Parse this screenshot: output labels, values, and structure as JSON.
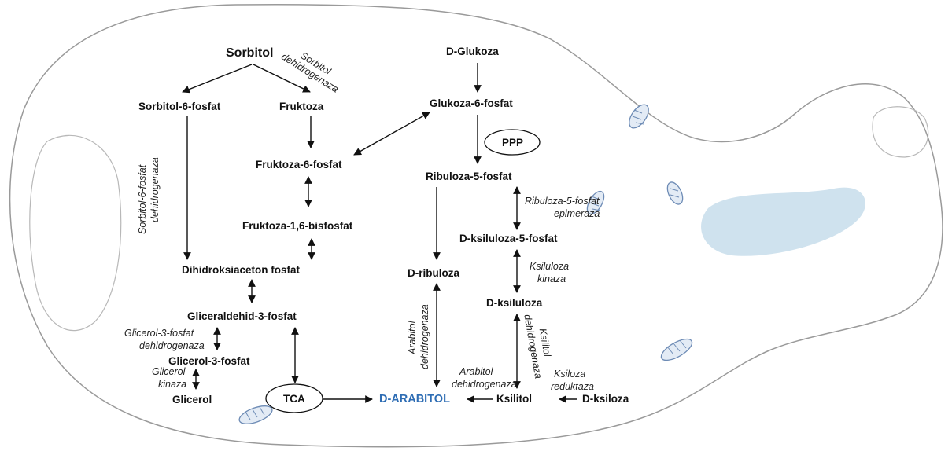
{
  "colors": {
    "product": "#2e6db4",
    "vacuole": "#cfe2ee",
    "mitochondria": "#6d8bb5",
    "membrane": "#9a9a9a"
  },
  "nodes": {
    "sorbitol": "Sorbitol",
    "sorbitol_6_fosfat": "Sorbitol-6-fosfat",
    "fruktoza": "Fruktoza",
    "fruktoza_6_fosfat": "Fruktoza-6-fosfat",
    "fruktoza_16_bisfosfat": "Fruktoza-1,6-bisfosfat",
    "dihidroksiaceton_fosfat": "Dihidroksiaceton fosfat",
    "gliceraldehid_3_fosfat": "Gliceraldehid-3-fosfat",
    "glicerol_3_fosfat": "Glicerol-3-fosfat",
    "glicerol": "Glicerol",
    "tca": "TCA",
    "d_glukoza": "D-Glukoza",
    "glukoza_6_fosfat": "Glukoza-6-fosfat",
    "ppp": "PPP",
    "ribuloza_5_fosfat": "Ribuloza-5-fosfat",
    "d_ribuloza": "D-ribuloza",
    "d_ksiluloza_5_fosfat": "D-ksiluloza-5-fosfat",
    "d_ksiluloza": "D-ksiluloza",
    "d_arabitol": "D-ARABITOL",
    "ksilitol": "Ksilitol",
    "d_ksiloza": "D-ksiloza"
  },
  "enzymes": {
    "sorbitol_dh_1": "Sorbitol",
    "sorbitol_dh_2": "dehidrogenaza",
    "s6p_dh_1": "Sorbitol-6-fosfat",
    "s6p_dh_2": "dehidrogenaza",
    "g3p_dh_1": "Glicerol-3-fosfat",
    "g3p_dh_2": "dehidrogenaza",
    "glicerol_kinaza_1": "Glicerol",
    "glicerol_kinaza_2": "kinaza",
    "r5p_epi_1": "Ribuloza-5-fosfat",
    "r5p_epi_2": "epimeraza",
    "ksiluloza_kinaza_1": "Ksiluloza",
    "ksiluloza_kinaza_2": "kinaza",
    "arabitol_dh_v_1": "Arabitol",
    "arabitol_dh_v_2": "dehidrogenaza",
    "arabitol_dh_h_1": "Arabitol",
    "arabitol_dh_h_2": "dehidrogenaza",
    "ksilitol_dh_1": "Ksilitol",
    "ksilitol_dh_2": "dehidrogenaza",
    "ksiloza_reduktaza_1": "Ksiloza",
    "ksiloza_reduktaza_2": "reduktaza"
  }
}
